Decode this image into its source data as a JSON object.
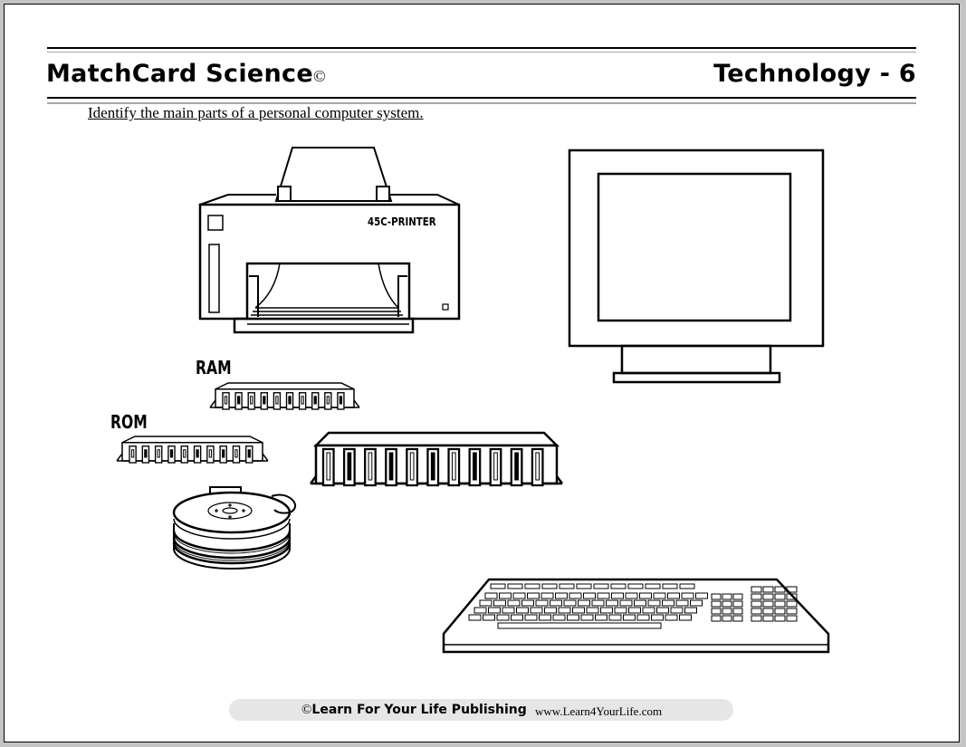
{
  "header": {
    "title": "MatchCard  Science",
    "copyright_symbol": "©",
    "subject": "Technology  -  6"
  },
  "instruction": "Identify the main parts of  a personal computer system.",
  "illustrations": {
    "printer_label": "45C-PRINTER",
    "ram_label": "RAM",
    "rom_label": "ROM",
    "items": [
      "printer-icon",
      "monitor-icon",
      "ram-chip-icon",
      "rom-chip-icon",
      "cpu-chip-icon",
      "hard-disk-icon",
      "keyboard-icon"
    ]
  },
  "footer": {
    "copyright_symbol": "©",
    "publisher": "Learn For Your Life Publishing",
    "url": "www.Learn4YourLife.com"
  },
  "colors": {
    "ink": "#000000",
    "footer_bg": "#e6e6e6",
    "frame": "#c4c4c4"
  }
}
